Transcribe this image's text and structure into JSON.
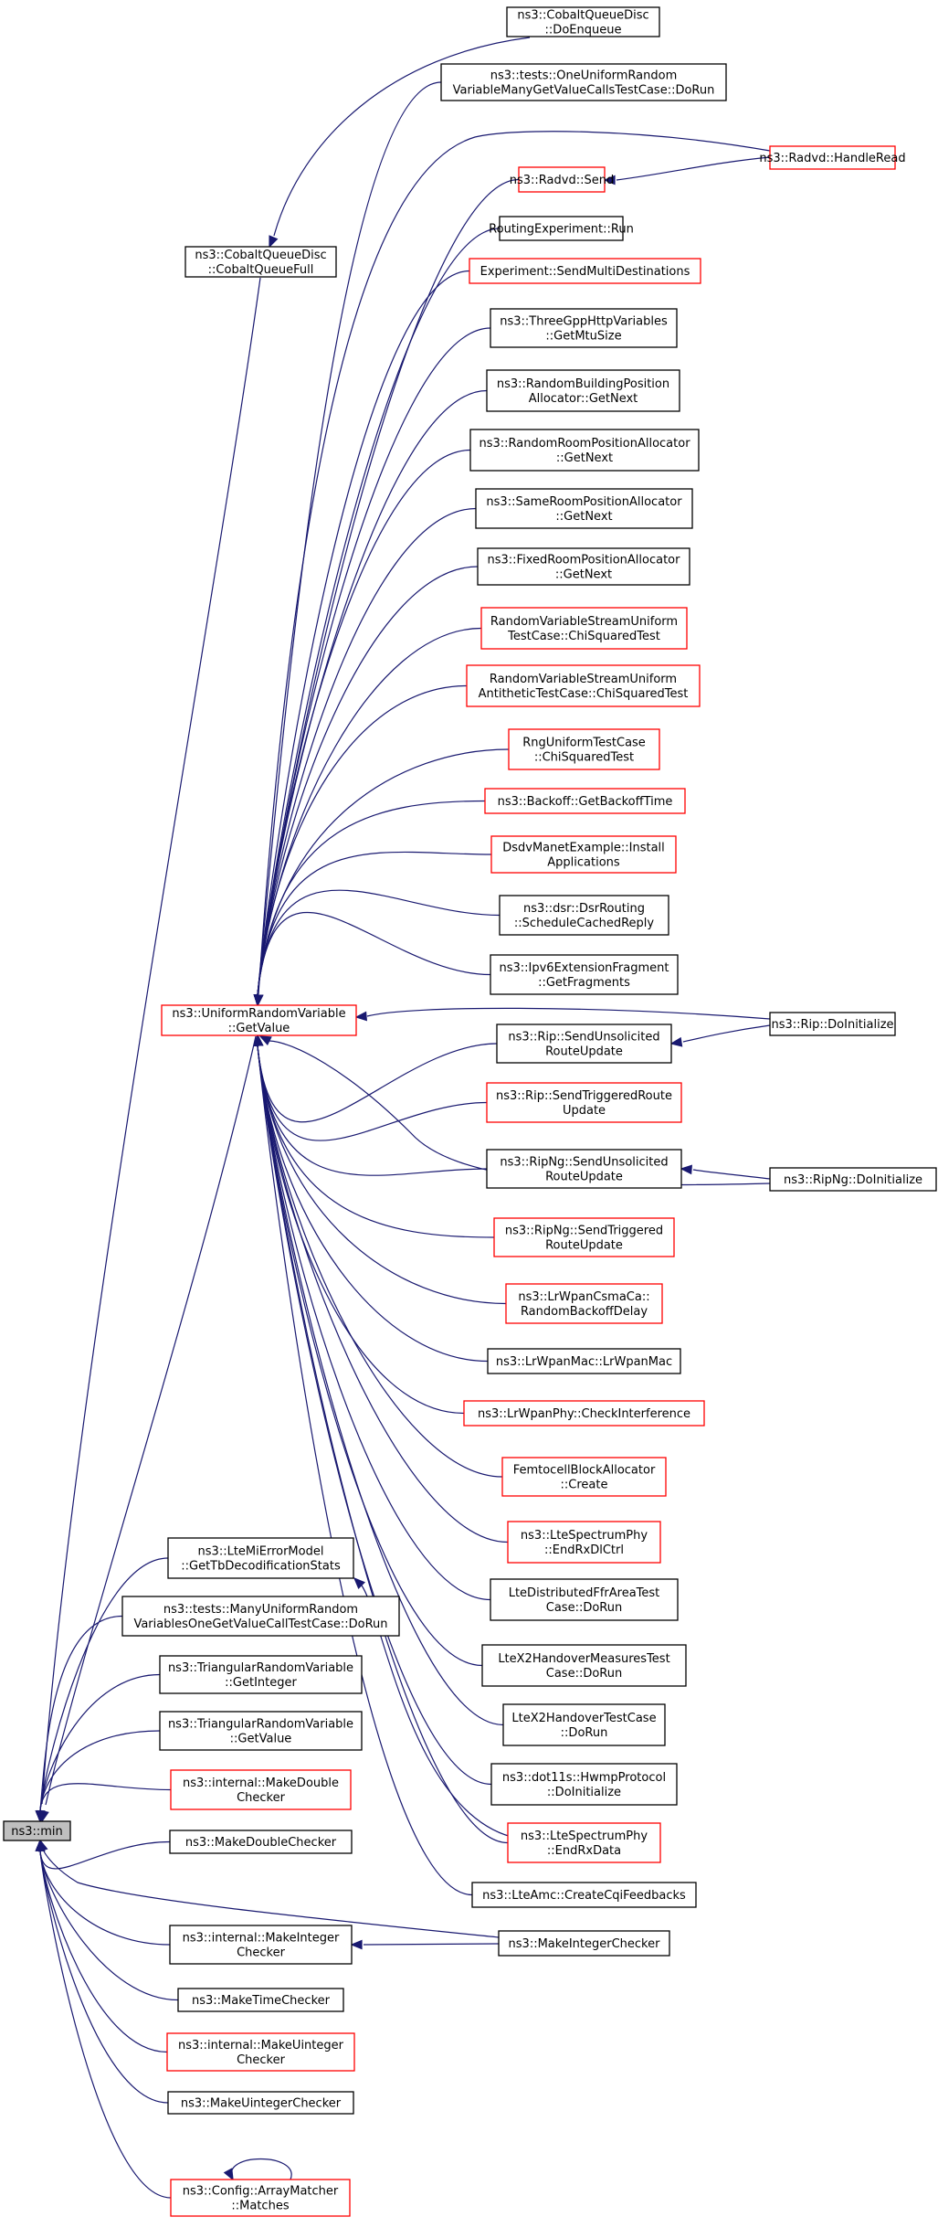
{
  "nodes": [
    {
      "id": "min",
      "lines": [
        "ns3::min"
      ],
      "style": "root"
    },
    {
      "id": "urv_getvalue",
      "lines": [
        "ns3::UniformRandomVariable",
        "::GetValue"
      ],
      "style": "red"
    },
    {
      "id": "cobalt_full",
      "lines": [
        "ns3::CobaltQueueDisc",
        "::CobaltQueueFull"
      ],
      "style": "black"
    },
    {
      "id": "cobalt_enqueue",
      "lines": [
        "ns3::CobaltQueueDisc",
        "::DoEnqueue"
      ],
      "style": "black"
    },
    {
      "id": "one_uniform",
      "lines": [
        "ns3::tests::OneUniformRandom",
        "VariableManyGetValueCallsTestCase::DoRun"
      ],
      "style": "black"
    },
    {
      "id": "radvd_send",
      "lines": [
        "ns3::Radvd::Send"
      ],
      "style": "red"
    },
    {
      "id": "radvd_handleread",
      "lines": [
        "ns3::Radvd::HandleRead"
      ],
      "style": "red"
    },
    {
      "id": "routing_run",
      "lines": [
        "RoutingExperiment::Run"
      ],
      "style": "black"
    },
    {
      "id": "send_multi",
      "lines": [
        "Experiment::SendMultiDestinations"
      ],
      "style": "red"
    },
    {
      "id": "threegpp_mtu",
      "lines": [
        "ns3::ThreeGppHttpVariables",
        "::GetMtuSize"
      ],
      "style": "black"
    },
    {
      "id": "rand_building",
      "lines": [
        "ns3::RandomBuildingPosition",
        "Allocator::GetNext"
      ],
      "style": "black"
    },
    {
      "id": "rand_room",
      "lines": [
        "ns3::RandomRoomPositionAllocator",
        "::GetNext"
      ],
      "style": "black"
    },
    {
      "id": "same_room",
      "lines": [
        "ns3::SameRoomPositionAllocator",
        "::GetNext"
      ],
      "style": "black"
    },
    {
      "id": "fixed_room",
      "lines": [
        "ns3::FixedRoomPositionAllocator",
        "::GetNext"
      ],
      "style": "black"
    },
    {
      "id": "rvs_chisq",
      "lines": [
        "RandomVariableStreamUniform",
        "TestCase::ChiSquaredTest"
      ],
      "style": "red"
    },
    {
      "id": "rvs_anti",
      "lines": [
        "RandomVariableStreamUniform",
        "AntitheticTestCase::ChiSquaredTest"
      ],
      "style": "red"
    },
    {
      "id": "rng_chisq",
      "lines": [
        "RngUniformTestCase",
        "::ChiSquaredTest"
      ],
      "style": "red"
    },
    {
      "id": "backoff",
      "lines": [
        "ns3::Backoff::GetBackoffTime"
      ],
      "style": "red"
    },
    {
      "id": "dsdv_install",
      "lines": [
        "DsdvManetExample::Install",
        "Applications"
      ],
      "style": "red"
    },
    {
      "id": "dsr_sched",
      "lines": [
        "ns3::dsr::DsrRouting",
        "::ScheduleCachedReply"
      ],
      "style": "black"
    },
    {
      "id": "ipv6_frag",
      "lines": [
        "ns3::Ipv6ExtensionFragment",
        "::GetFragments"
      ],
      "style": "black"
    },
    {
      "id": "rip_unsol",
      "lines": [
        "ns3::Rip::SendUnsolicited",
        "RouteUpdate"
      ],
      "style": "black"
    },
    {
      "id": "rip_doinit",
      "lines": [
        "ns3::Rip::DoInitialize"
      ],
      "style": "black"
    },
    {
      "id": "rip_trig",
      "lines": [
        "ns3::Rip::SendTriggeredRoute",
        "Update"
      ],
      "style": "red"
    },
    {
      "id": "ripng_unsol",
      "lines": [
        "ns3::RipNg::SendUnsolicited",
        "RouteUpdate"
      ],
      "style": "black"
    },
    {
      "id": "ripng_doinit",
      "lines": [
        "ns3::RipNg::DoInitialize"
      ],
      "style": "black"
    },
    {
      "id": "ripng_trig",
      "lines": [
        "ns3::RipNg::SendTriggered",
        "RouteUpdate"
      ],
      "style": "red"
    },
    {
      "id": "lrwpan_csma",
      "lines": [
        "ns3::LrWpanCsmaCa::",
        "RandomBackoffDelay"
      ],
      "style": "red"
    },
    {
      "id": "lrwpan_mac",
      "lines": [
        "ns3::LrWpanMac::LrWpanMac"
      ],
      "style": "black"
    },
    {
      "id": "lrwpan_phy",
      "lines": [
        "ns3::LrWpanPhy::CheckInterference"
      ],
      "style": "red"
    },
    {
      "id": "femto_create",
      "lines": [
        "FemtocellBlockAllocator",
        "::Create"
      ],
      "style": "red"
    },
    {
      "id": "lte_endrxdl",
      "lines": [
        "ns3::LteSpectrumPhy",
        "::EndRxDlCtrl"
      ],
      "style": "red"
    },
    {
      "id": "lte_ffr",
      "lines": [
        "LteDistributedFfrAreaTest",
        "Case::DoRun"
      ],
      "style": "black"
    },
    {
      "id": "ltex2_meas",
      "lines": [
        "LteX2HandoverMeasuresTest",
        "Case::DoRun"
      ],
      "style": "black"
    },
    {
      "id": "ltex2_ho",
      "lines": [
        "LteX2HandoverTestCase",
        "::DoRun"
      ],
      "style": "black"
    },
    {
      "id": "dot11s",
      "lines": [
        "ns3::dot11s::HwmpProtocol",
        "::DoInitialize"
      ],
      "style": "black"
    },
    {
      "id": "lte_endrxdata",
      "lines": [
        "ns3::LteSpectrumPhy",
        "::EndRxData"
      ],
      "style": "red"
    },
    {
      "id": "lteamc",
      "lines": [
        "ns3::LteAmc::CreateCqiFeedbacks"
      ],
      "style": "black"
    },
    {
      "id": "ltemi",
      "lines": [
        "ns3::LteMiErrorModel",
        "::GetTbDecodificationStats"
      ],
      "style": "black"
    },
    {
      "id": "many_uniform",
      "lines": [
        "ns3::tests::ManyUniformRandom",
        "VariablesOneGetValueCallTestCase::DoRun"
      ],
      "style": "black"
    },
    {
      "id": "tri_getint",
      "lines": [
        "ns3::TriangularRandomVariable",
        "::GetInteger"
      ],
      "style": "black"
    },
    {
      "id": "tri_getval",
      "lines": [
        "ns3::TriangularRandomVariable",
        "::GetValue"
      ],
      "style": "black"
    },
    {
      "id": "int_mkdouble",
      "lines": [
        "ns3::internal::MakeDouble",
        "Checker"
      ],
      "style": "red"
    },
    {
      "id": "mkdouble",
      "lines": [
        "ns3::MakeDoubleChecker"
      ],
      "style": "black"
    },
    {
      "id": "int_mkint",
      "lines": [
        "ns3::internal::MakeInteger",
        "Checker"
      ],
      "style": "black"
    },
    {
      "id": "mkint",
      "lines": [
        "ns3::MakeIntegerChecker"
      ],
      "style": "black"
    },
    {
      "id": "mktime",
      "lines": [
        "ns3::MakeTimeChecker"
      ],
      "style": "black"
    },
    {
      "id": "int_mkuint",
      "lines": [
        "ns3::internal::MakeUinteger",
        "Checker"
      ],
      "style": "red"
    },
    {
      "id": "mkuint",
      "lines": [
        "ns3::MakeUintegerChecker"
      ],
      "style": "black"
    },
    {
      "id": "arraymatcher",
      "lines": [
        "ns3::Config::ArrayMatcher",
        "::Matches"
      ],
      "style": "red"
    }
  ],
  "edges": [
    {
      "from": "cobalt_full",
      "to": "min"
    },
    {
      "from": "cobalt_enqueue",
      "to": "cobalt_full"
    },
    {
      "from": "urv_getvalue",
      "to": "min"
    },
    {
      "from": "one_uniform",
      "to": "urv_getvalue"
    },
    {
      "from": "radvd_send",
      "to": "urv_getvalue"
    },
    {
      "from": "radvd_handleread",
      "to": "radvd_send"
    },
    {
      "from": "radvd_handleread",
      "to": "urv_getvalue"
    },
    {
      "from": "routing_run",
      "to": "urv_getvalue"
    },
    {
      "from": "send_multi",
      "to": "urv_getvalue"
    },
    {
      "from": "threegpp_mtu",
      "to": "urv_getvalue"
    },
    {
      "from": "rand_building",
      "to": "urv_getvalue"
    },
    {
      "from": "rand_room",
      "to": "urv_getvalue"
    },
    {
      "from": "same_room",
      "to": "urv_getvalue"
    },
    {
      "from": "fixed_room",
      "to": "urv_getvalue"
    },
    {
      "from": "rvs_chisq",
      "to": "urv_getvalue"
    },
    {
      "from": "rvs_anti",
      "to": "urv_getvalue"
    },
    {
      "from": "rng_chisq",
      "to": "urv_getvalue"
    },
    {
      "from": "backoff",
      "to": "urv_getvalue"
    },
    {
      "from": "dsdv_install",
      "to": "urv_getvalue"
    },
    {
      "from": "dsr_sched",
      "to": "urv_getvalue"
    },
    {
      "from": "ipv6_frag",
      "to": "urv_getvalue"
    },
    {
      "from": "rip_unsol",
      "to": "urv_getvalue"
    },
    {
      "from": "rip_doinit",
      "to": "rip_unsol"
    },
    {
      "from": "rip_doinit",
      "to": "urv_getvalue"
    },
    {
      "from": "rip_trig",
      "to": "urv_getvalue"
    },
    {
      "from": "ripng_unsol",
      "to": "urv_getvalue"
    },
    {
      "from": "ripng_doinit",
      "to": "ripng_unsol"
    },
    {
      "from": "ripng_doinit",
      "to": "urv_getvalue"
    },
    {
      "from": "ripng_trig",
      "to": "urv_getvalue"
    },
    {
      "from": "lrwpan_csma",
      "to": "urv_getvalue"
    },
    {
      "from": "lrwpan_mac",
      "to": "urv_getvalue"
    },
    {
      "from": "lrwpan_phy",
      "to": "urv_getvalue"
    },
    {
      "from": "femto_create",
      "to": "urv_getvalue"
    },
    {
      "from": "lte_endrxdl",
      "to": "urv_getvalue"
    },
    {
      "from": "lte_ffr",
      "to": "urv_getvalue"
    },
    {
      "from": "ltex2_meas",
      "to": "urv_getvalue"
    },
    {
      "from": "ltex2_ho",
      "to": "urv_getvalue"
    },
    {
      "from": "dot11s",
      "to": "urv_getvalue"
    },
    {
      "from": "lte_endrxdata",
      "to": "urv_getvalue"
    },
    {
      "from": "lteamc",
      "to": "urv_getvalue"
    },
    {
      "from": "ltemi",
      "to": "min"
    },
    {
      "from": "lte_endrxdata",
      "to": "ltemi"
    },
    {
      "from": "many_uniform",
      "to": "min"
    },
    {
      "from": "tri_getint",
      "to": "min"
    },
    {
      "from": "tri_getval",
      "to": "min"
    },
    {
      "from": "int_mkdouble",
      "to": "min"
    },
    {
      "from": "mkdouble",
      "to": "min"
    },
    {
      "from": "int_mkint",
      "to": "min"
    },
    {
      "from": "mkint",
      "to": "int_mkint"
    },
    {
      "from": "mkint",
      "to": "min"
    },
    {
      "from": "mktime",
      "to": "min"
    },
    {
      "from": "int_mkuint",
      "to": "min"
    },
    {
      "from": "mkuint",
      "to": "min"
    },
    {
      "from": "arraymatcher",
      "to": "min"
    },
    {
      "from": "arraymatcher",
      "to": "arraymatcher"
    }
  ],
  "colors": {
    "edge": "#191970",
    "root_fill": "#bfbfbf",
    "red_border": "#ff0000",
    "black_border": "#000000"
  }
}
